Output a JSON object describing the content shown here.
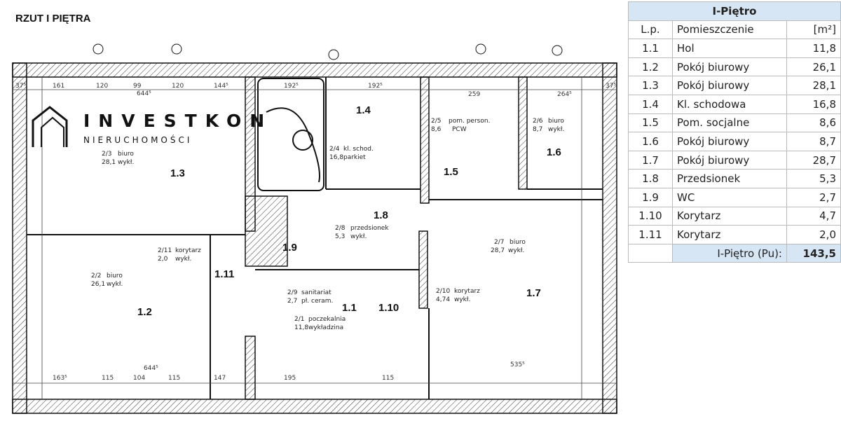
{
  "title": "RZUT I PIĘTRA",
  "logo": {
    "name": "INVESTKON",
    "sub": "NIERUCHOMOŚCI"
  },
  "rooms_on_plan": [
    {
      "label": "1.3"
    },
    {
      "label": "1.4"
    },
    {
      "label": "1.5"
    },
    {
      "label": "1.6"
    },
    {
      "label": "1.8"
    },
    {
      "label": "1.9"
    },
    {
      "label": "1.11"
    },
    {
      "label": "1.2"
    },
    {
      "label": "1.1"
    },
    {
      "label": "1.10"
    },
    {
      "label": "1.7"
    }
  ],
  "tags": [
    {
      "no": "2/3",
      "name": "biuro",
      "area": "28,1",
      "finish": "wykł."
    },
    {
      "no": "2/4",
      "name": "kl. schod.",
      "area": "16,8",
      "finish": "parkiet"
    },
    {
      "no": "2/5",
      "name": "pom. person.",
      "area": "8,6",
      "finish": "PCW"
    },
    {
      "no": "2/6",
      "name": "biuro",
      "area": "8,7",
      "finish": "wykł."
    },
    {
      "no": "2/8",
      "name": "przedsionek",
      "area": "5,3",
      "finish": "wykł."
    },
    {
      "no": "2/11",
      "name": "korytarz",
      "area": "2,0",
      "finish": "wykł."
    },
    {
      "no": "2/2",
      "name": "biuro",
      "area": "26,1",
      "finish": "wykł."
    },
    {
      "no": "2/7",
      "name": "biuro",
      "area": "28,7",
      "finish": "wykł."
    },
    {
      "no": "2/9",
      "name": "sanitariat",
      "area": "2,7",
      "finish": "pł. ceram."
    },
    {
      "no": "2/10",
      "name": "korytarz",
      "area": "4,74",
      "finish": "wykł."
    },
    {
      "no": "2/1",
      "name": "poczekalnia",
      "area": "11,8",
      "finish": "wykładzina"
    }
  ],
  "dims_top": [
    "37⁵",
    "161",
    "120",
    "99",
    "120",
    "144⁵",
    "644⁵",
    "192⁵",
    "192⁵",
    "259",
    "264⁵",
    "37⁵"
  ],
  "dims_bottom": [
    "163⁵",
    "115",
    "104",
    "115",
    "147",
    "195",
    "115",
    "535⁵",
    "644⁵"
  ],
  "table": {
    "header": "I-Piętro",
    "columns": [
      "L.p.",
      "Pomieszczenie",
      "[m²]"
    ],
    "rows": [
      [
        "1.1",
        "Hol",
        "11,8"
      ],
      [
        "1.2",
        "Pokój biurowy",
        "26,1"
      ],
      [
        "1.3",
        "Pokój biurowy",
        "28,1"
      ],
      [
        "1.4",
        "Kl. schodowa",
        "16,8"
      ],
      [
        "1.5",
        "Pom. socjalne",
        "8,6"
      ],
      [
        "1.6",
        "Pokój biurowy",
        "8,7"
      ],
      [
        "1.7",
        "Pokój biurowy",
        "28,7"
      ],
      [
        "1.8",
        "Przedsionek",
        "5,3"
      ],
      [
        "1.9",
        "WC",
        "2,7"
      ],
      [
        "1.10",
        "Korytarz",
        "4,7"
      ],
      [
        "1.11",
        "Korytarz",
        "2,0"
      ]
    ],
    "total_label": "I-Piętro (Pu):",
    "total_value": "143,5"
  }
}
